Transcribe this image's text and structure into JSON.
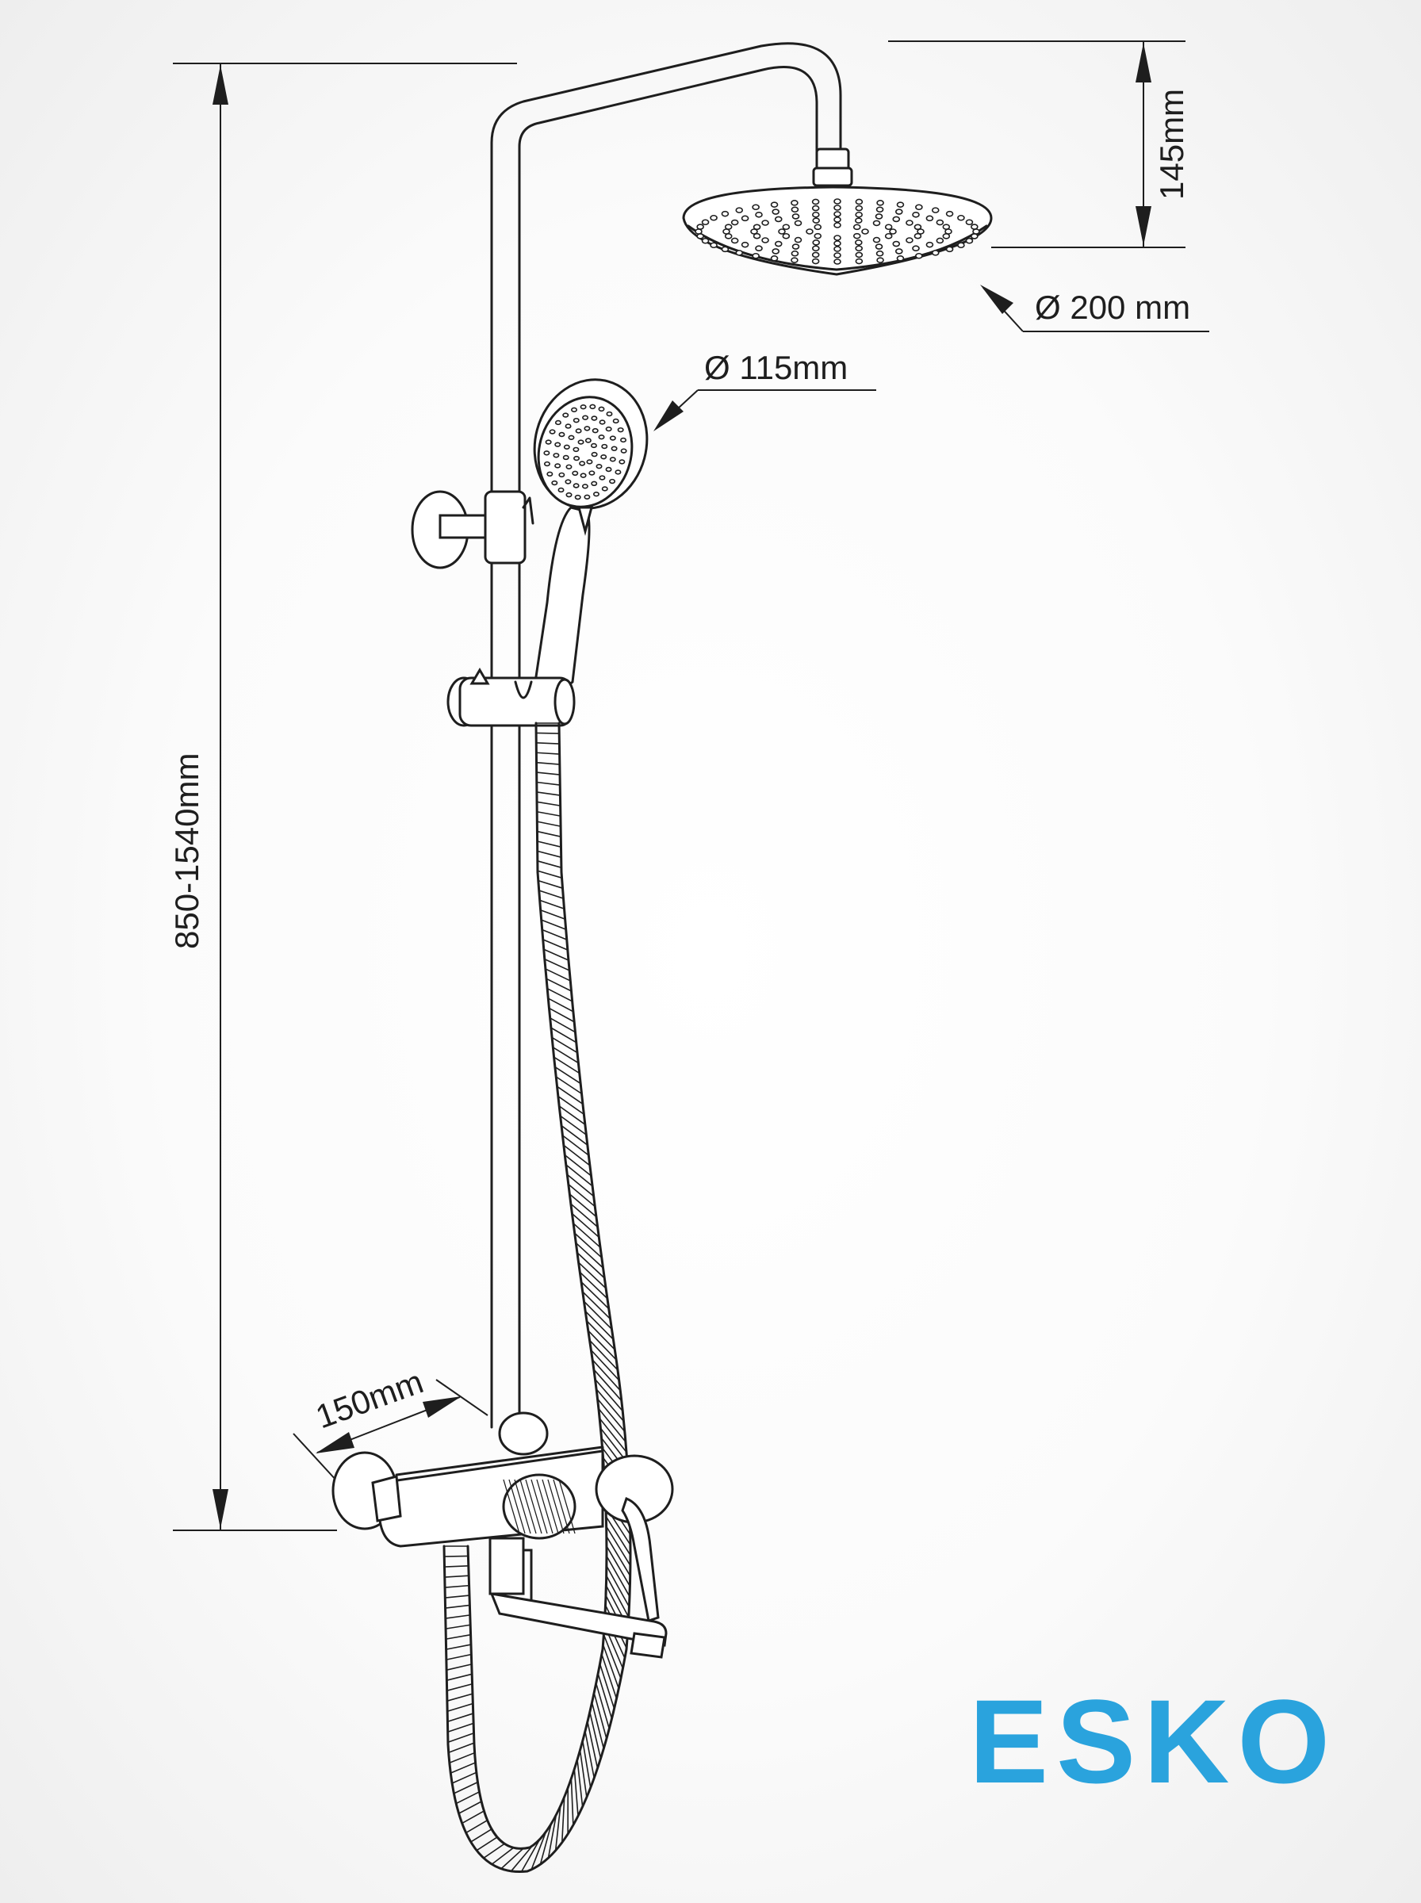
{
  "brand": {
    "name": "ESKO",
    "color": "#2aa3dd"
  },
  "dimensions": {
    "height_range": "850-1540mm",
    "head_height": "145mm",
    "rain_diameter": "Ø 200 mm",
    "hand_diameter": "Ø 115mm",
    "wall_offset": "150mm"
  },
  "colors": {
    "line": "#1e1e1e",
    "background": "#ffffff"
  }
}
